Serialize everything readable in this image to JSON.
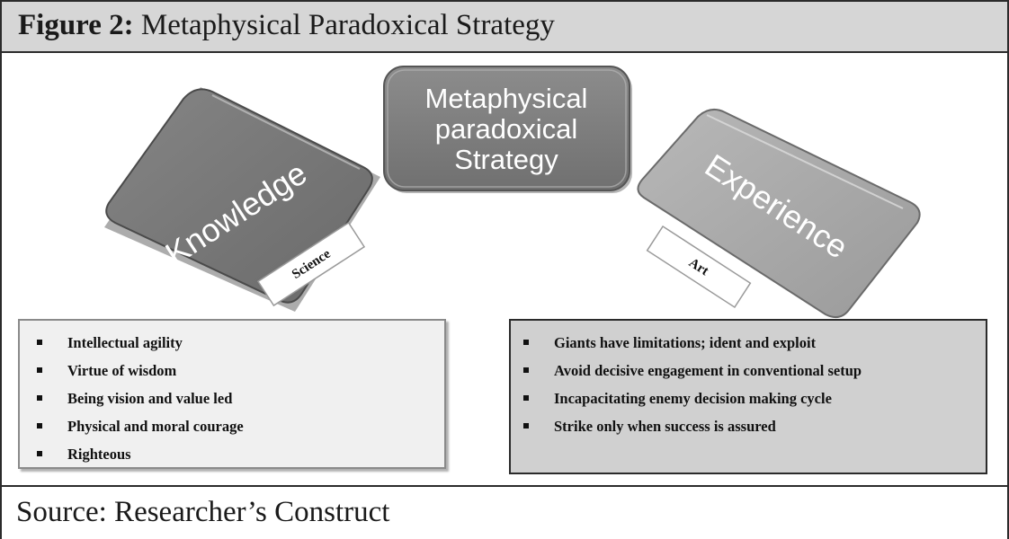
{
  "figure": {
    "label": "Figure 2:",
    "title": " Metaphysical Paradoxical Strategy"
  },
  "center_shape": {
    "lines": [
      "Metaphysical",
      "paradoxical",
      "Strategy"
    ]
  },
  "left_shape": {
    "label": "Knowledge"
  },
  "right_shape": {
    "label": "Experience"
  },
  "left_tag": {
    "label": "Science"
  },
  "right_tag": {
    "label": "Art"
  },
  "left_list": {
    "items": [
      "Intellectual agility",
      "Virtue of wisdom",
      "Being vision and value led",
      "Physical and moral courage",
      "Righteous"
    ]
  },
  "right_list": {
    "items": [
      "Giants have limitations; ident and exploit",
      "Avoid decisive engagement in conventional setup",
      "Incapacitating enemy decision making cycle",
      "Strike only when success is assured"
    ]
  },
  "source": {
    "text": "Source: Researcher’s Construct"
  },
  "colors": {
    "center_fill": "#7f7f7f",
    "knowledge_fill": "#7a7a7a",
    "experience_fill": "#a9a9a9",
    "left_box_fill": "#f0f0f0",
    "right_box_fill": "#d0d0d0"
  }
}
